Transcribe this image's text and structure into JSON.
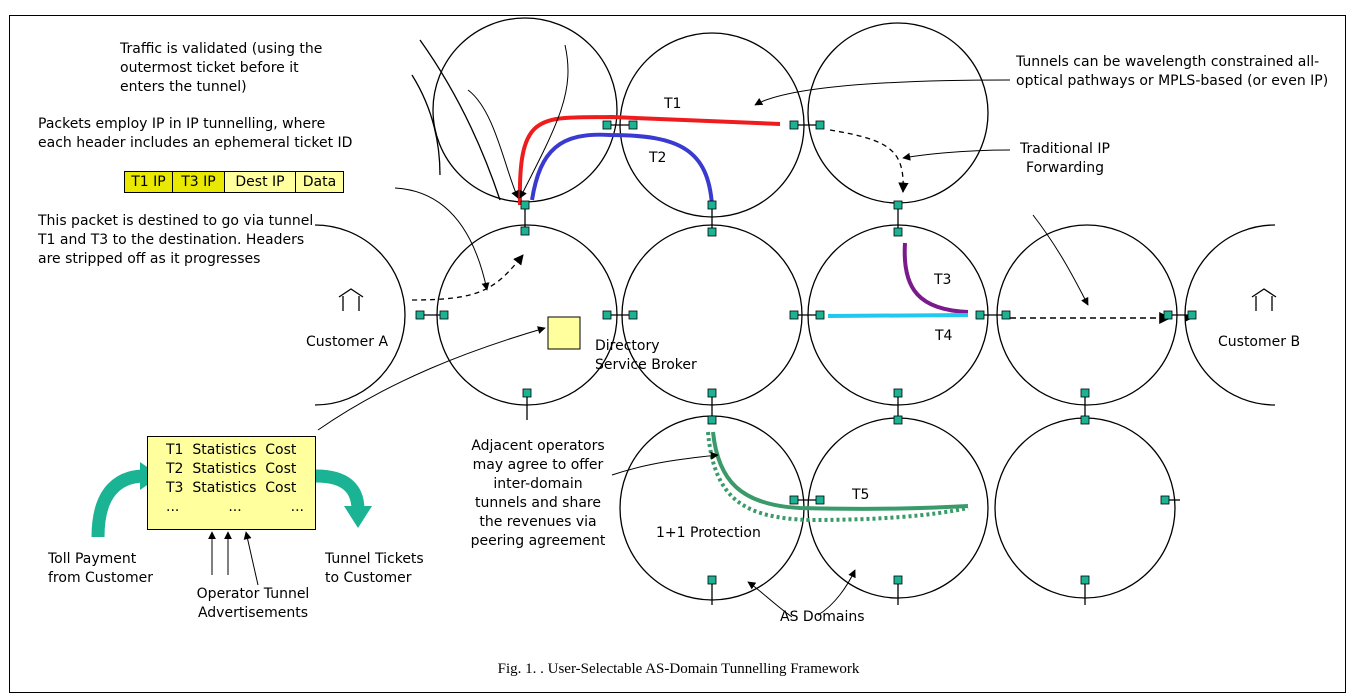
{
  "caption": "Fig. 1.  . User-Selectable AS-Domain Tunnelling Framework",
  "labels": {
    "traffic_validated": "Traffic is validated (using the\nouter­most ticket before it\nenters the tunnel)",
    "tunnels_wavelength": "Tunnels can be wavelength constrained all-\noptical pathways or MPLS-based (or even IP)",
    "packets_ip": "Packets employ IP in IP tunnelling, where\neach header includes an ephemeral  ticket ID",
    "packet_destined": "This packet is destined to go via tunnel\nT1 and T3 to the destination. Headers\nare stripped off as it progresses",
    "traditional_ip": "Traditional IP\nForwarding",
    "customer_a": "Customer A",
    "customer_b": "Customer B",
    "directory_broker": "Directory\nService Broker",
    "adjacent_operators": "Adjacent operators\nmay agree to offer\ninter-domain\ntunnels and share\nthe revenues via\npeering agreement",
    "protection": "1+1 Protection",
    "as_domains": "AS Domains",
    "toll_payment": "Toll Payment\nfrom Customer",
    "tunnel_tickets": "Tunnel Tickets\nto Customer",
    "operator_adverts": "Operator Tunnel\nAdvertisements"
  },
  "tunnels": [
    "T1",
    "T2",
    "T3",
    "T4",
    "T5"
  ],
  "packet_fields": [
    "T1 IP",
    "T3 IP",
    "Dest IP",
    "Data"
  ],
  "advert_table": [
    [
      "T1",
      "Statistics",
      "Cost"
    ],
    [
      "T2",
      "Statistics",
      "Cost"
    ],
    [
      "T3",
      "Statistics",
      "Cost"
    ],
    [
      "...",
      "...",
      "..."
    ]
  ],
  "colors": {
    "t1": "#ee1c1c",
    "t2": "#3a3ad0",
    "t3": "#7a1a8c",
    "t4": "#22c8f0",
    "t5": "#3a9a6a",
    "node": "#1ab394",
    "yellow": "#ffff9d",
    "packet_dark": "#e8e800",
    "green_arrow": "#1ab394"
  }
}
